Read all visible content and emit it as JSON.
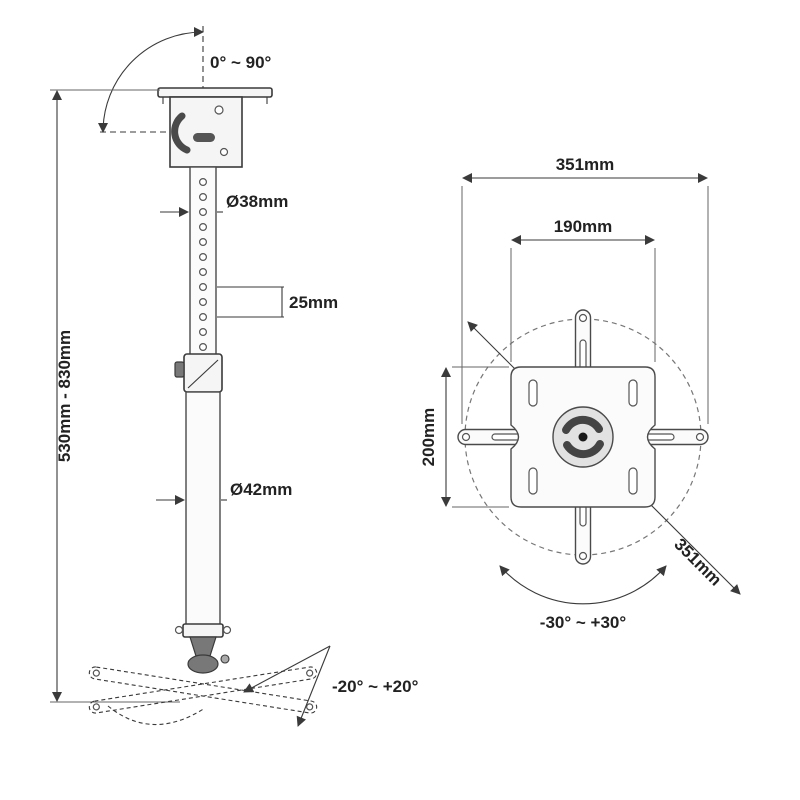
{
  "figure": {
    "name": "projector-ceiling-mount-dimension-diagram",
    "line_color": "#3a3a3a",
    "text_color": "#222222"
  },
  "side_view": {
    "tilt_range_top": "0° ~ 90°",
    "upper_pole_diameter": "Ø38mm",
    "hole_pitch": "25mm",
    "height_range": "530mm - 830mm",
    "lower_pole_diameter": "Ø42mm",
    "tilt_range_bottom": "-20° ~ +20°"
  },
  "top_view": {
    "outer_width": "351mm",
    "inner_width": "190mm",
    "plate_height": "200mm",
    "diagonal": "351mm",
    "rotation_range": "-30° ~ +30°"
  }
}
